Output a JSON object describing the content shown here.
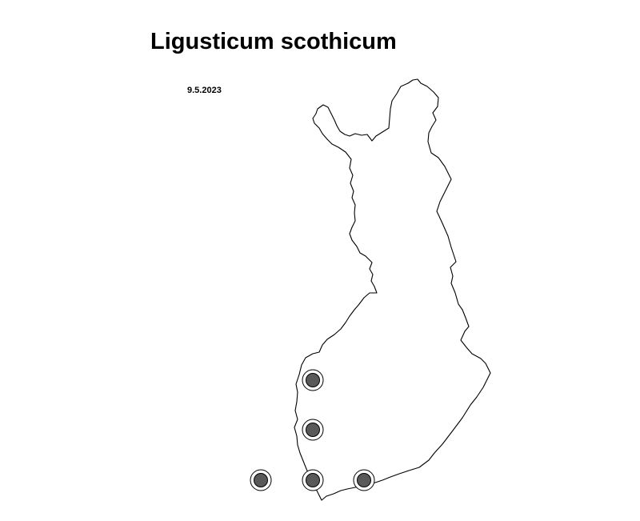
{
  "map": {
    "title": "Ligusticum scothicum",
    "date": "9.5.2023",
    "region": "Finland",
    "outline_color": "#000000",
    "marker_fill": "#595959",
    "marker_ring": "#000000",
    "observation_count": 5
  }
}
